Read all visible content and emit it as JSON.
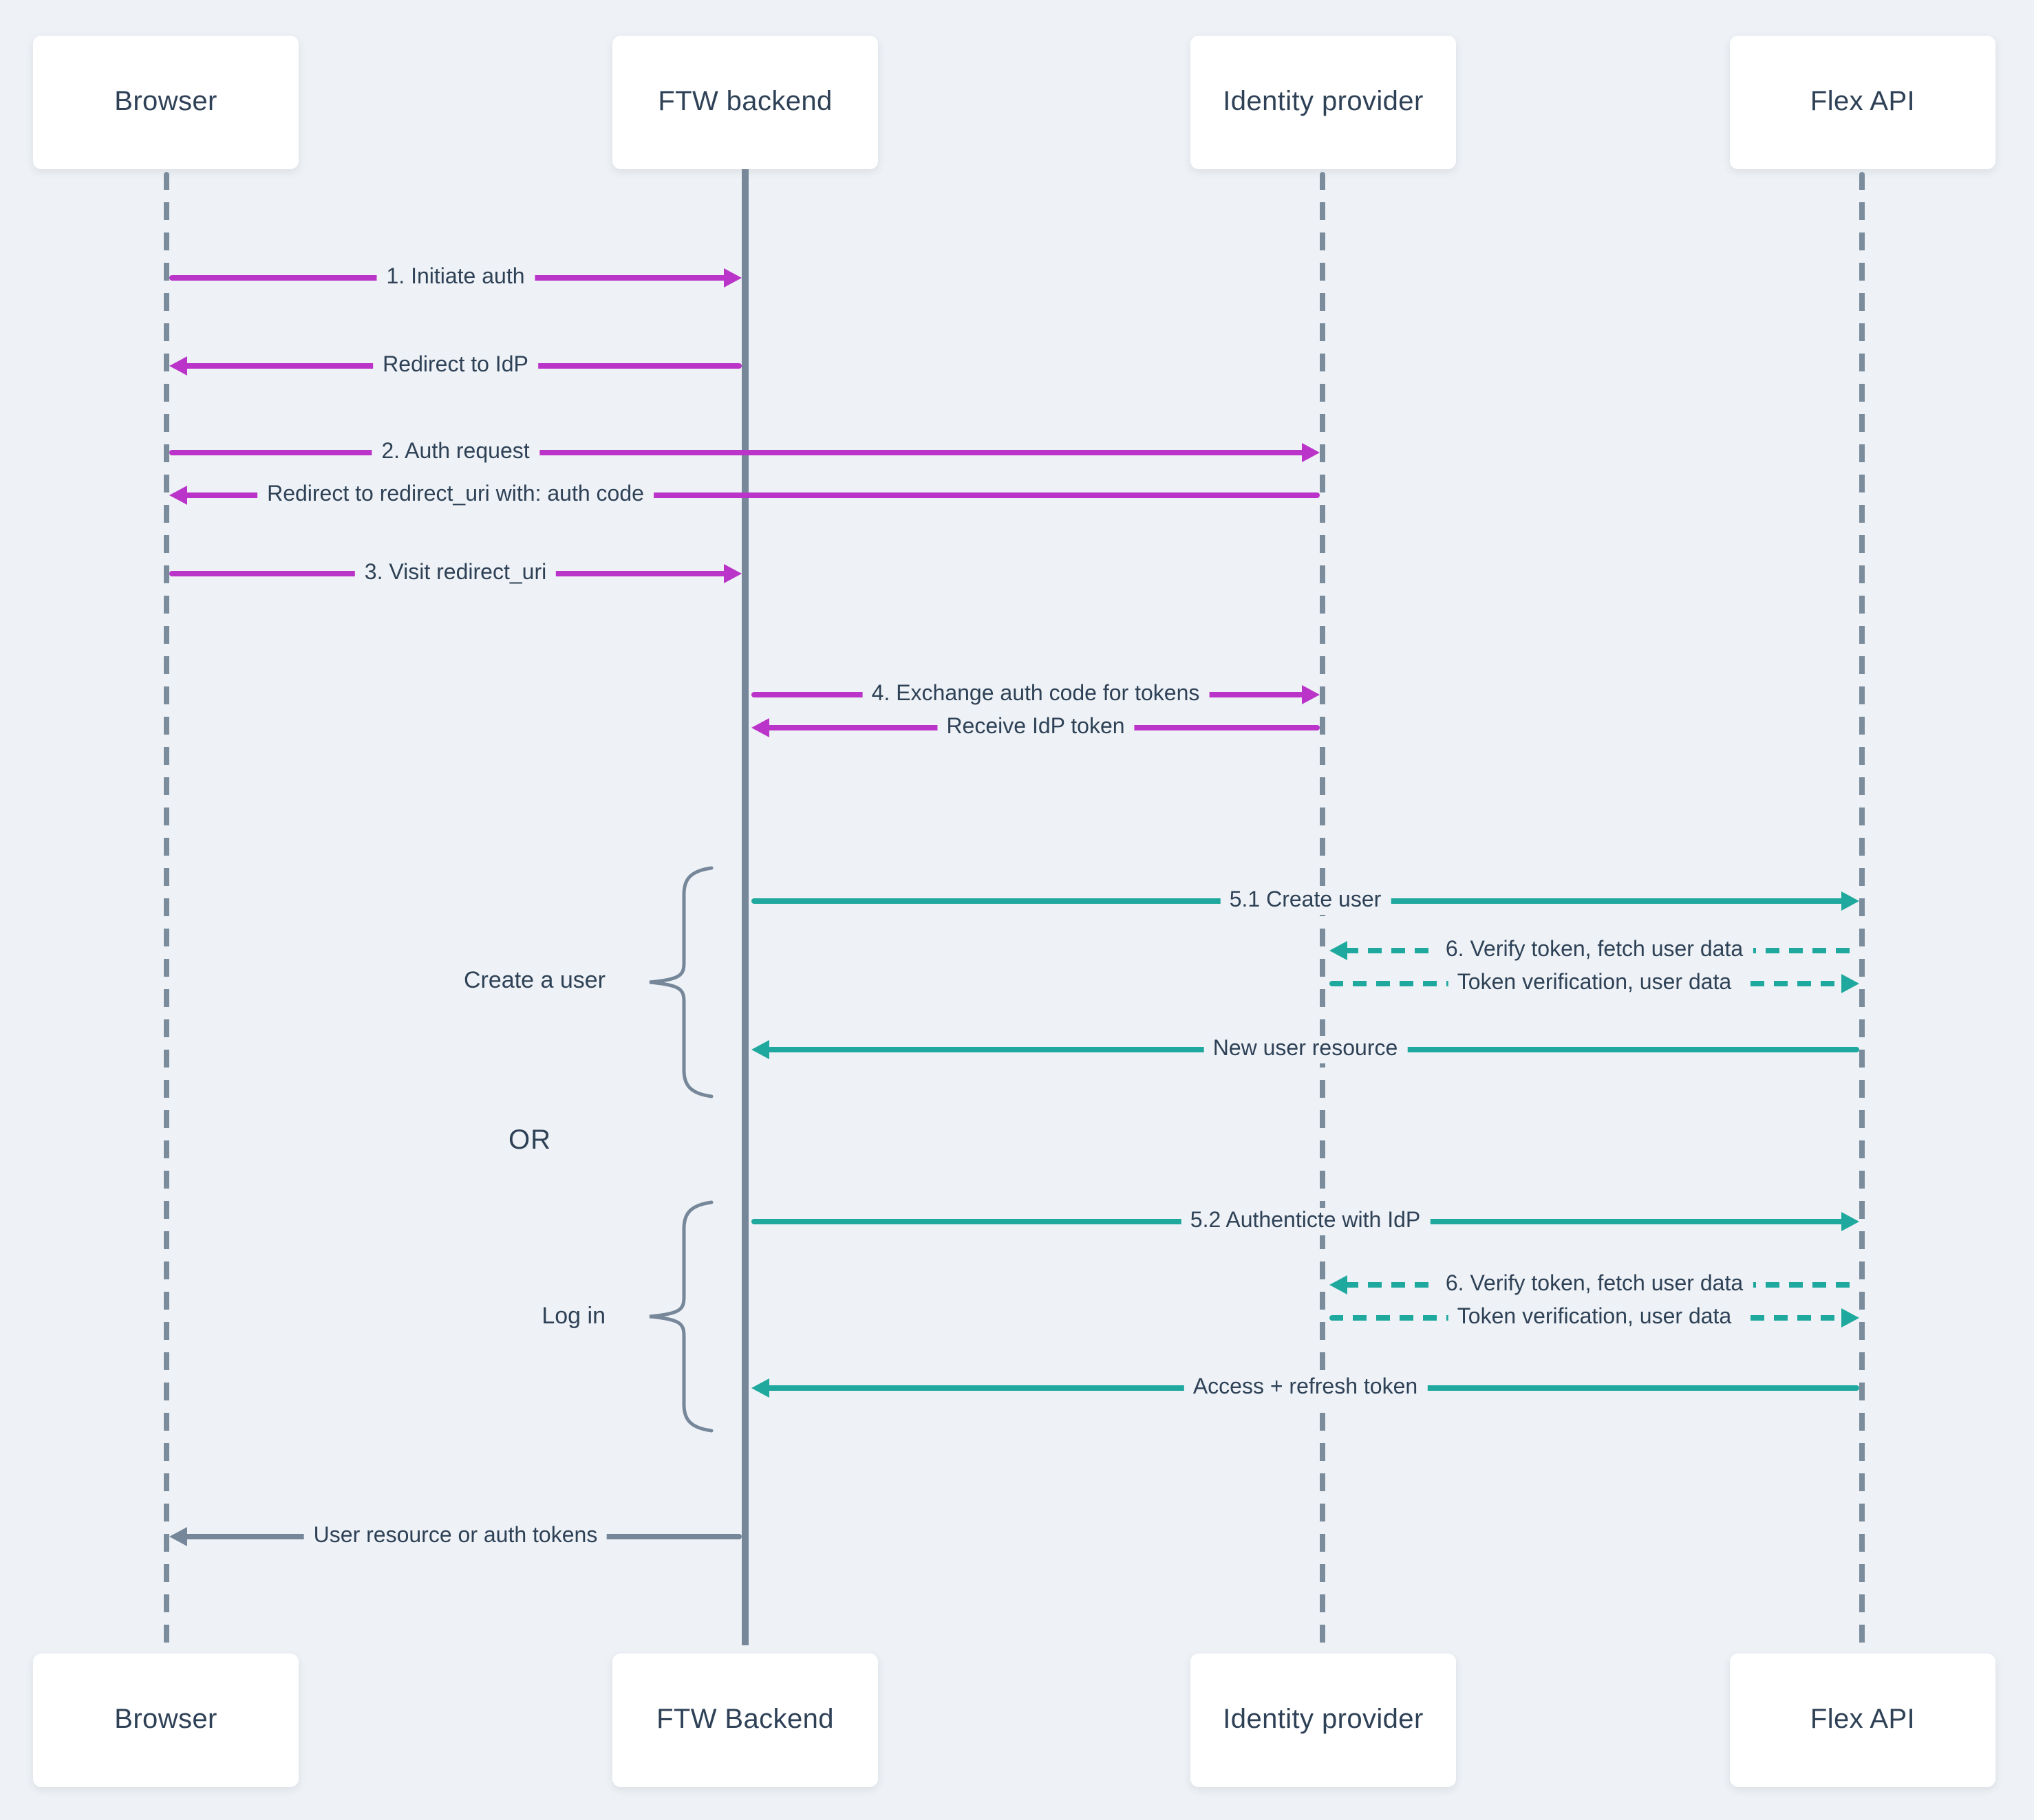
{
  "diagram_type": "sequence",
  "colors": {
    "background": "#eef2f6",
    "magenta": "#ba34c9",
    "teal": "#1fa99e",
    "slate": "#76879a",
    "text": "#2e4156"
  },
  "actors_top": [
    "Browser",
    "FTW backend",
    "Identity provider",
    "Flex API"
  ],
  "actors_bottom": [
    "Browser",
    "FTW Backend",
    "Identity provider",
    "Flex API"
  ],
  "messages": [
    {
      "from": "Browser",
      "to": "FTW backend",
      "label": "1. Initiate auth",
      "color": "magenta",
      "style": "solid"
    },
    {
      "from": "FTW backend",
      "to": "Browser",
      "label": "Redirect to IdP",
      "color": "magenta",
      "style": "solid"
    },
    {
      "from": "Browser",
      "to": "Identity provider",
      "label": "2. Auth request",
      "color": "magenta",
      "style": "solid"
    },
    {
      "from": "Identity provider",
      "to": "Browser",
      "label": "Redirect to redirect_uri with: auth code",
      "color": "magenta",
      "style": "solid"
    },
    {
      "from": "Browser",
      "to": "FTW backend",
      "label": "3. Visit redirect_uri",
      "color": "magenta",
      "style": "solid"
    },
    {
      "from": "FTW backend",
      "to": "Identity provider",
      "label": "4. Exchange auth code for tokens",
      "color": "magenta",
      "style": "solid"
    },
    {
      "from": "Identity provider",
      "to": "FTW backend",
      "label": "Receive IdP token",
      "color": "magenta",
      "style": "solid"
    },
    {
      "from": "FTW backend",
      "to": "Flex API",
      "label": "5.1 Create user",
      "color": "teal",
      "style": "solid"
    },
    {
      "from": "Flex API",
      "to": "Identity provider",
      "label": "6. Verify token, fetch user data",
      "color": "teal",
      "style": "dashed"
    },
    {
      "from": "Identity provider",
      "to": "Flex API",
      "label": "Token verification, user data",
      "color": "teal",
      "style": "dashed"
    },
    {
      "from": "Flex API",
      "to": "FTW backend",
      "label": "New user resource",
      "color": "teal",
      "style": "solid"
    },
    {
      "from": "FTW backend",
      "to": "Flex API",
      "label": "5.2 Authenticte with IdP",
      "color": "teal",
      "style": "solid"
    },
    {
      "from": "Flex API",
      "to": "Identity provider",
      "label": "6. Verify token, fetch user data",
      "color": "teal",
      "style": "dashed"
    },
    {
      "from": "Identity provider",
      "to": "Flex API",
      "label": "Token verification, user data",
      "color": "teal",
      "style": "dashed"
    },
    {
      "from": "Flex API",
      "to": "FTW backend",
      "label": "Access + refresh token",
      "color": "teal",
      "style": "solid"
    },
    {
      "from": "FTW backend",
      "to": "Browser",
      "label": "User resource or auth tokens",
      "color": "gray",
      "style": "solid"
    }
  ],
  "groups": [
    {
      "label": "Create a user"
    },
    {
      "label": "Log in"
    }
  ],
  "or_label": "OR"
}
